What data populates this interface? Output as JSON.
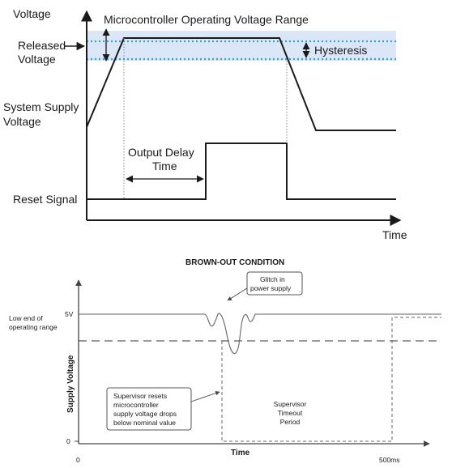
{
  "top_diagram": {
    "y_axis_label": "Voltage",
    "x_axis_label": "Time",
    "band_label": "Microcontroller Operating Voltage Range",
    "released_label_line1": "Released",
    "released_label_line2": "Voltage",
    "hysteresis_label": "Hysteresis",
    "supply_label_line1": "System Supply",
    "supply_label_line2": "Voltage",
    "delay_label_line1": "Output Delay",
    "delay_label_line2": "Time",
    "reset_label": "Reset Signal",
    "colors": {
      "band": "#dbe6f7",
      "dotted": "#2aa6de",
      "trace": "#1a1a1a"
    }
  },
  "bottom_diagram": {
    "title": "BROWN-OUT CONDITION",
    "y_axis_label": "Supply Voltage",
    "x_axis_label": "Time",
    "glitch_label_line1": "Glitch in",
    "glitch_label_line2": "power supply",
    "low_end_line1": "Low end of",
    "low_end_line2": "operating range",
    "tick_5v": "5V",
    "tick_0": "0",
    "x_tick_0": "0",
    "x_tick_500": "500ms",
    "supervisor_note": [
      "Supervisor resets",
      "microcontroller",
      "supply voltage drops",
      "below nominal value"
    ],
    "timeout_note": [
      "Supervisor",
      "Timeout",
      "Period"
    ]
  }
}
